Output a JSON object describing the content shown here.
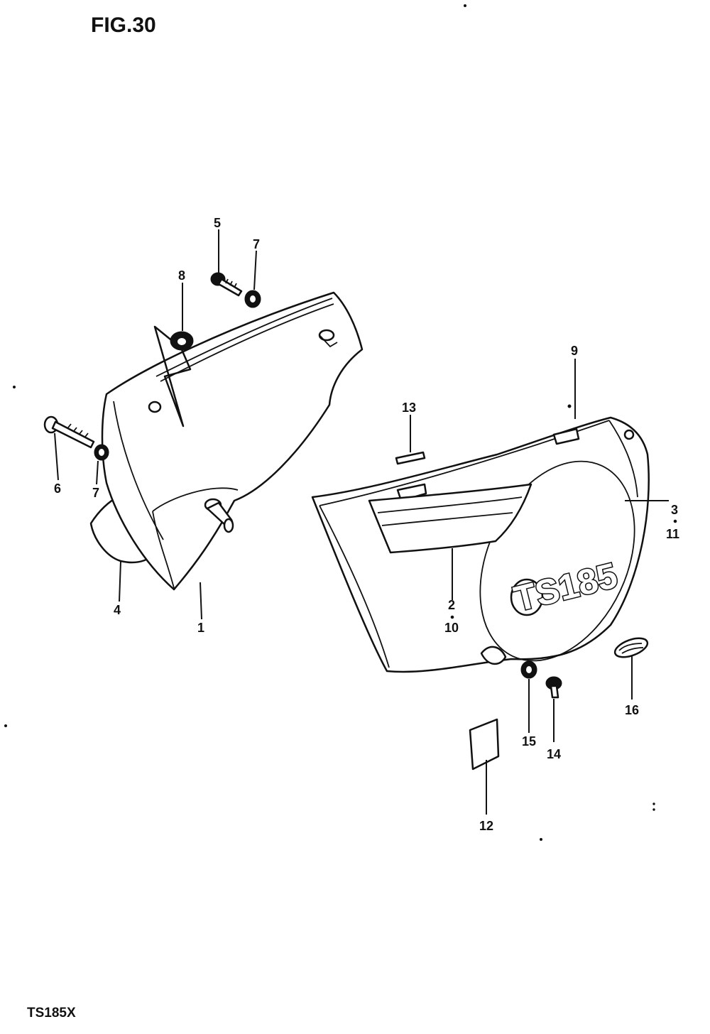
{
  "figure": {
    "title": "FIG.30",
    "model": "TS185X"
  },
  "badge": {
    "text": "TS185"
  },
  "callouts": {
    "c1": "1",
    "c2": "2",
    "c10": "10",
    "c3": "3",
    "c11": "11",
    "c4": "4",
    "c5": "5",
    "c6": "6",
    "c7a": "7",
    "c7b": "7",
    "c8": "8",
    "c9": "9",
    "c12": "12",
    "c13": "13",
    "c14": "14",
    "c15": "15",
    "c16": "16"
  },
  "colors": {
    "ink": "#111111",
    "paper": "#ffffff"
  }
}
